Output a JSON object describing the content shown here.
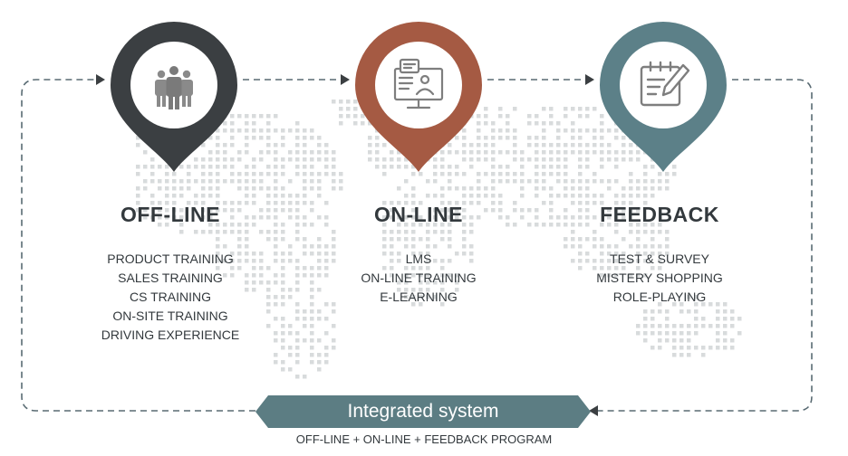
{
  "colors": {
    "offline": "#3b3f42",
    "online": "#a55a43",
    "feedback": "#5c8088",
    "banner": "#5c7d83",
    "text": "#33393d",
    "dashed": "#586a72",
    "map": "#d8dbdc"
  },
  "stages": [
    {
      "title": "OFF-LINE",
      "icon": "people-group-icon",
      "items": [
        "PRODUCT TRAINING",
        "SALES TRAINING",
        "CS TRAINING",
        "ON-SITE TRAINING",
        "DRIVING EXPERIENCE"
      ]
    },
    {
      "title": "ON-LINE",
      "icon": "online-training-monitor-icon",
      "items": [
        "LMS",
        "ON-LINE TRAINING",
        "E-LEARNING"
      ]
    },
    {
      "title": "FEEDBACK",
      "icon": "survey-clipboard-icon",
      "items": [
        "TEST & SURVEY",
        "MISTERY SHOPPING",
        "ROLE-PLAYING"
      ]
    }
  ],
  "banner": {
    "label": "Integrated system"
  },
  "caption": "OFF-LINE + ON-LINE + FEEDBACK PROGRAM"
}
